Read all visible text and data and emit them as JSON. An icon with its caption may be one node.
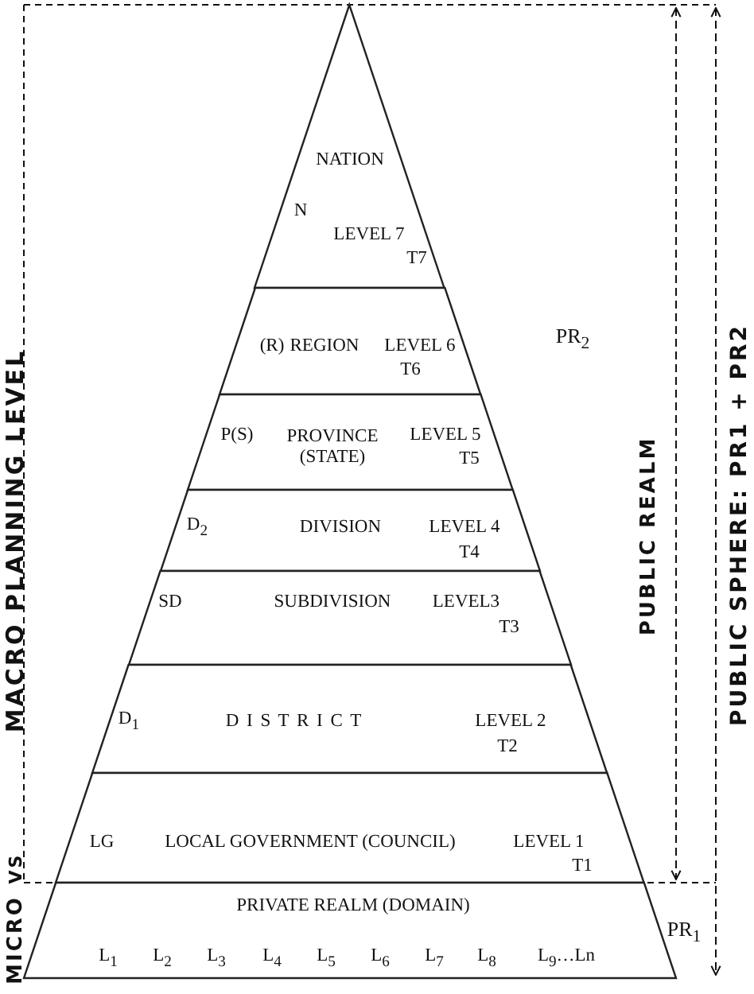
{
  "diagram": {
    "nodes": [
      {
        "text": [
          "NATION",
          "N",
          "LEVEL 7",
          "T7"
        ]
      },
      {
        "text": [
          "(R)",
          "REGION",
          "LEVEL 6",
          "T6"
        ]
      },
      {
        "text": [
          "P(S)",
          "PROVINCE (STATE)",
          "LEVEL 5",
          "T5"
        ]
      },
      {
        "text": [
          "D$_{2}$",
          "DIVISION",
          "LEVEL 4",
          "T4"
        ]
      },
      {
        "text": [
          "SD",
          "SUBDIVISION",
          "LEVEL3",
          "T3"
        ]
      },
      {
        "text": [
          "D$_{1}$",
          "D I S T R I C T",
          "LEVEL 2",
          "T2"
        ]
      },
      {
        "text": [
          "LG",
          "LOCAL GOVERNMENT (COUNCIL)",
          "LEVEL 1",
          "T1"
        ]
      },
      {
        "text": [
          "PRIVATE REALM (DOMAIN)",
          "L$_{1}$",
          "L$_{2}$",
          "L$_{3}$",
          "L$_{4}$",
          "L$_{5}$",
          "L$_{6}$",
          "L$_{7}$",
          "L$_{8}$",
          "L$_{9}$…Ln"
        ]
      }
    ],
    "labels": [
      "MACRO PLANNING LEVEL",
      "VS",
      "MICRO",
      "PR$_{2}$",
      "PUBLIC REALM",
      "PUBLIC SPHERE: PR1 + PR2",
      "PR$_{1}$"
    ]
  }
}
